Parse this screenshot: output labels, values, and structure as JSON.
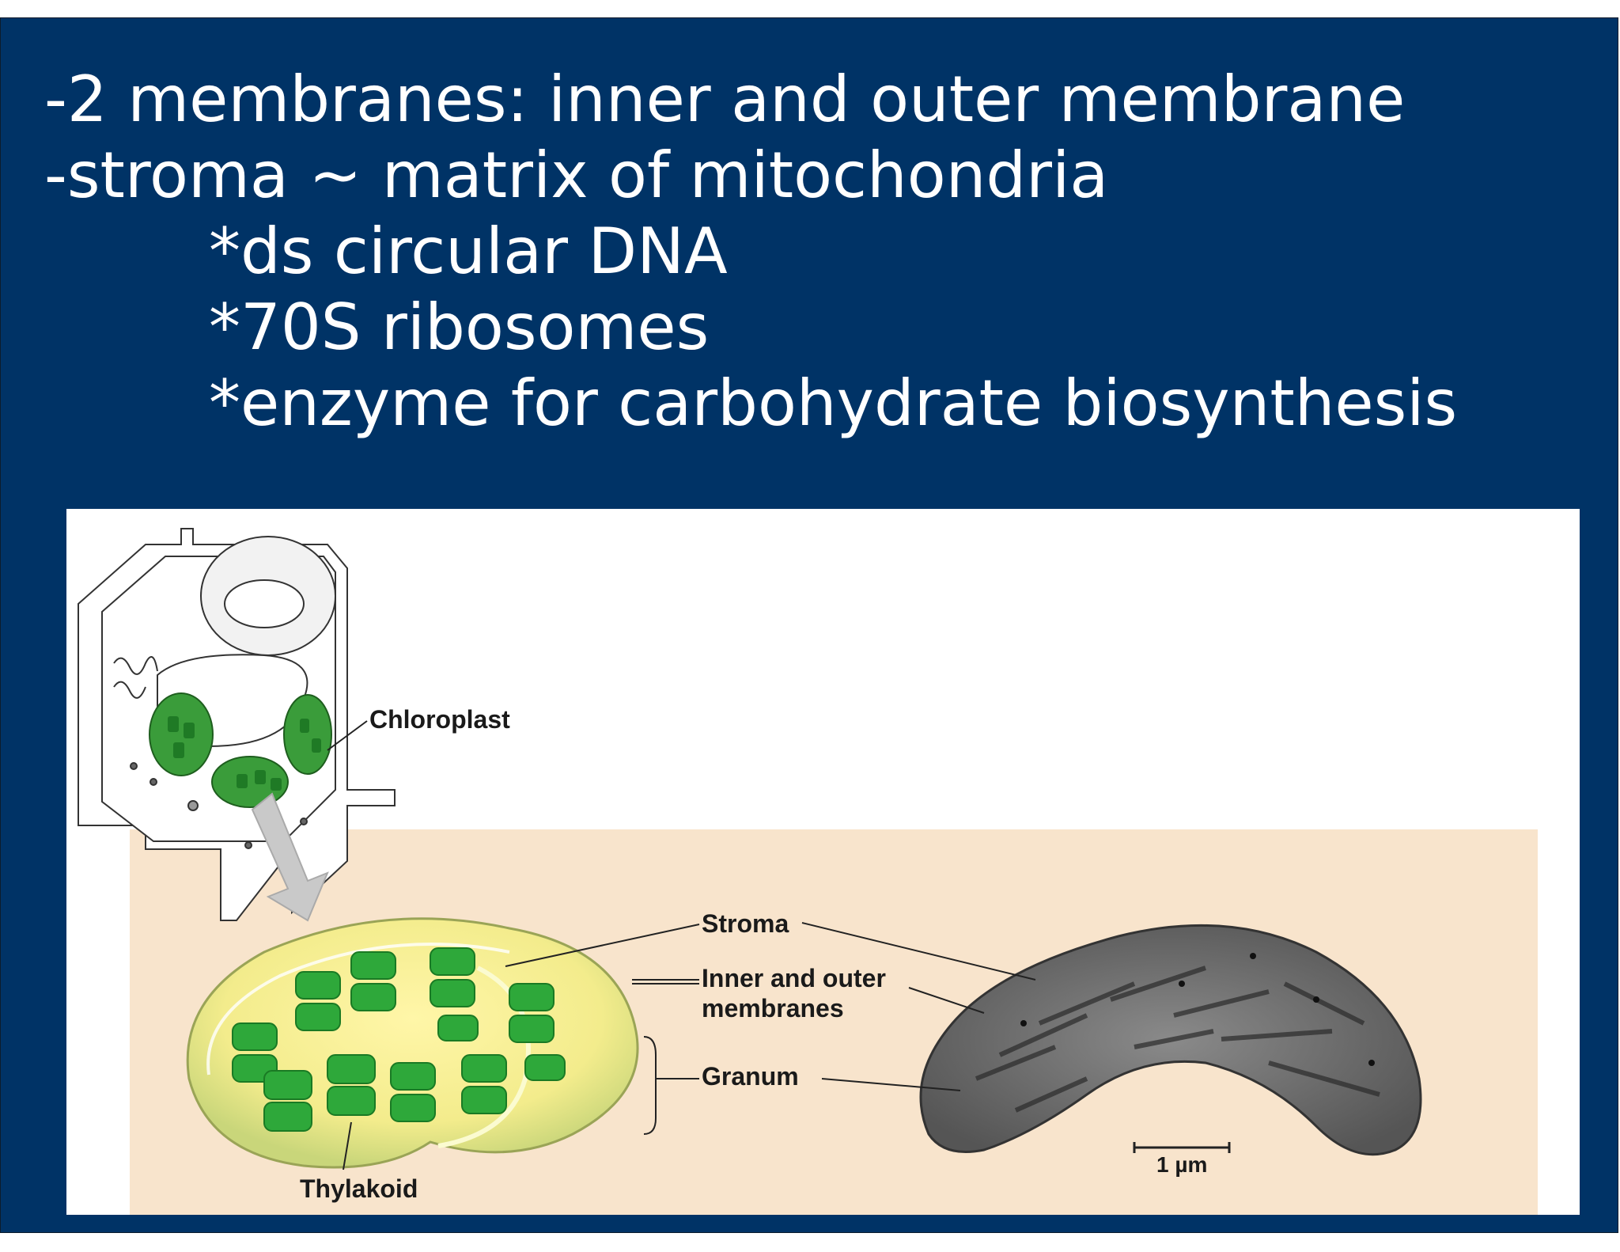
{
  "slide": {
    "lines": [
      "-2 membranes: inner and outer membrane",
      "-stroma ~ matrix of mitochondria",
      "*ds circular DNA",
      "*70S ribosomes",
      "*enzyme for carbohydrate biosynthesis"
    ]
  },
  "figure": {
    "labels": {
      "chloroplast": "Chloroplast",
      "stroma": "Stroma",
      "membranes_1": "Inner and outer",
      "membranes_2": "membranes",
      "granum": "Granum",
      "thylakoid": "Thylakoid",
      "scale": "1 µm"
    }
  },
  "colors": {
    "slide_bg": "#003366",
    "text": "#ffffff",
    "panel_bg": "#f8e4cc",
    "grana_green": "#2ea83a",
    "micrograph_gray": "#6f6f6f"
  }
}
